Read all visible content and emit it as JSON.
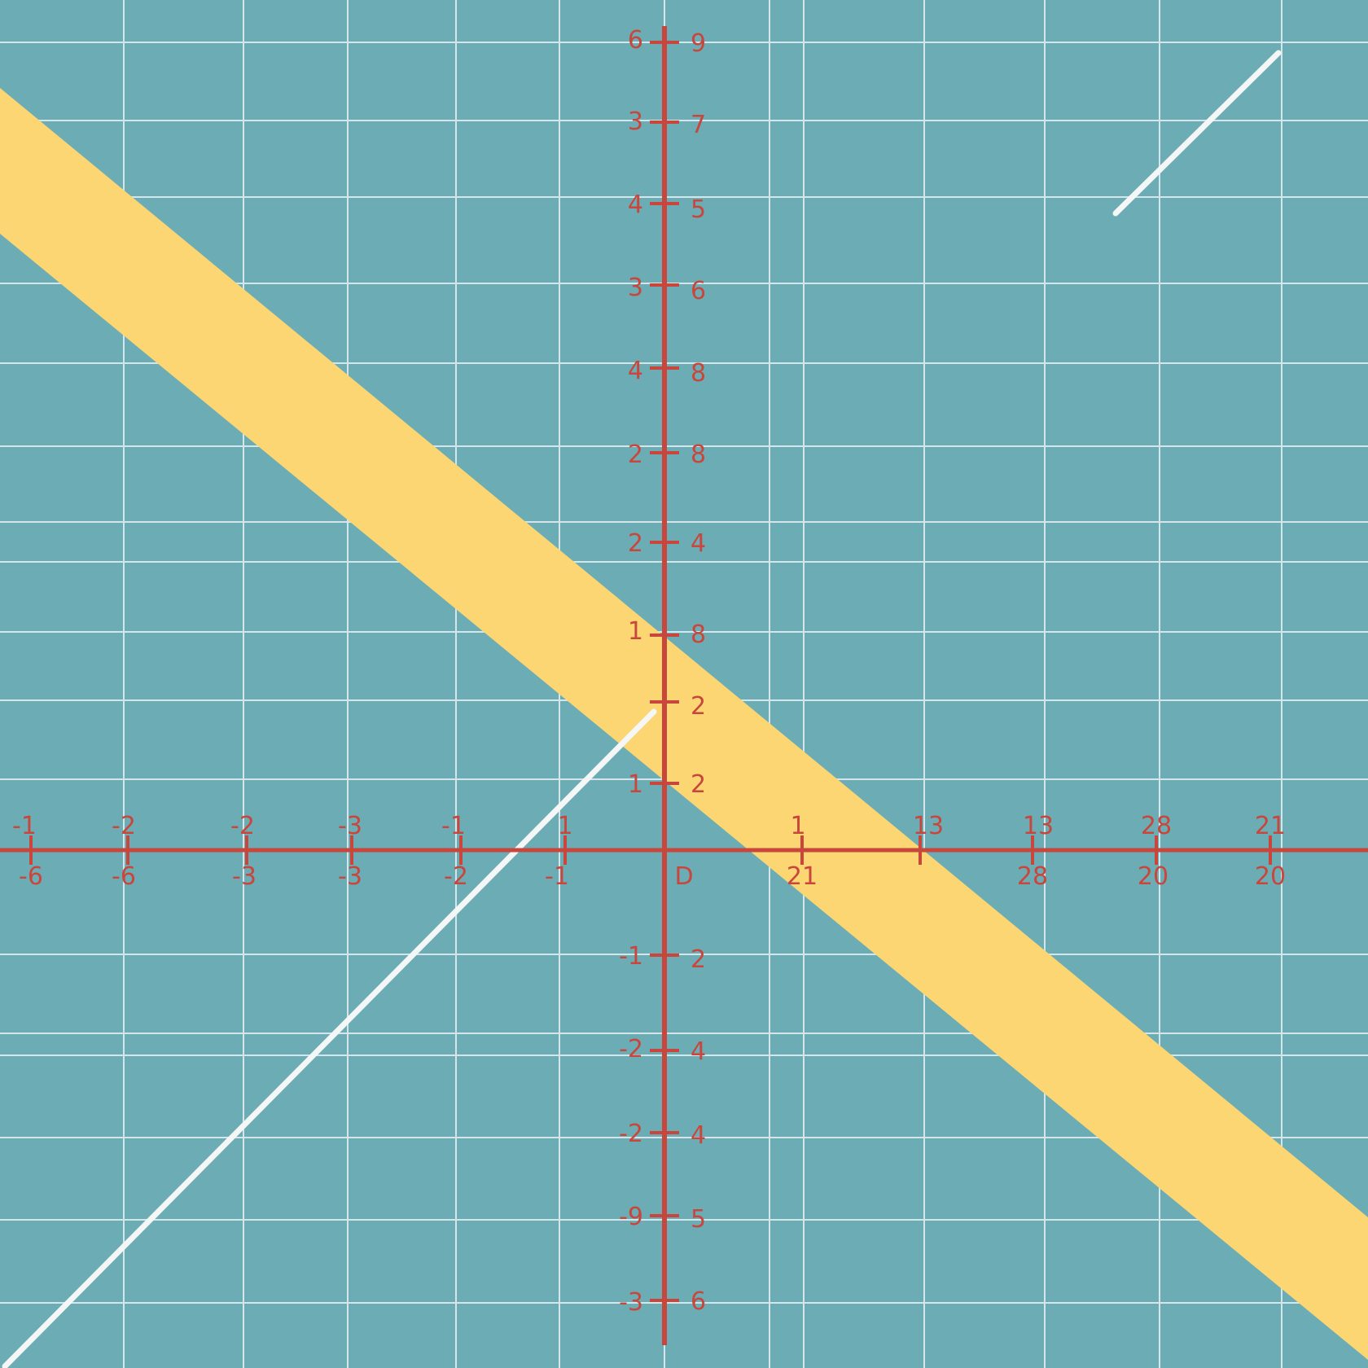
{
  "colors": {
    "background": "#6cadb5",
    "grid": "#d4e6ea",
    "axis": "#c8463c",
    "band": "#fbd672",
    "line": "#f4f7f6"
  },
  "axes": {
    "origin_label": "D",
    "x_top_labels": [
      "-1",
      "-2",
      "-2",
      "-3",
      "-1",
      "1",
      "1",
      "13",
      "13",
      "28",
      "21"
    ],
    "x_bottom_labels": [
      "-6",
      "-6",
      "-3",
      "-3",
      "-2",
      "-1",
      "D",
      "21",
      "28",
      "20",
      "20"
    ],
    "y_left_labels": [
      "6",
      "3",
      "4",
      "3",
      "4",
      "2",
      "2",
      "1",
      "1",
      "-1",
      "-2",
      "-2",
      "-9",
      "-3"
    ],
    "y_right_labels": [
      "9",
      "7",
      "5",
      "6",
      "8",
      "8",
      "4",
      "8",
      "2",
      "2",
      "2",
      "4",
      "4",
      "5",
      "6"
    ]
  }
}
